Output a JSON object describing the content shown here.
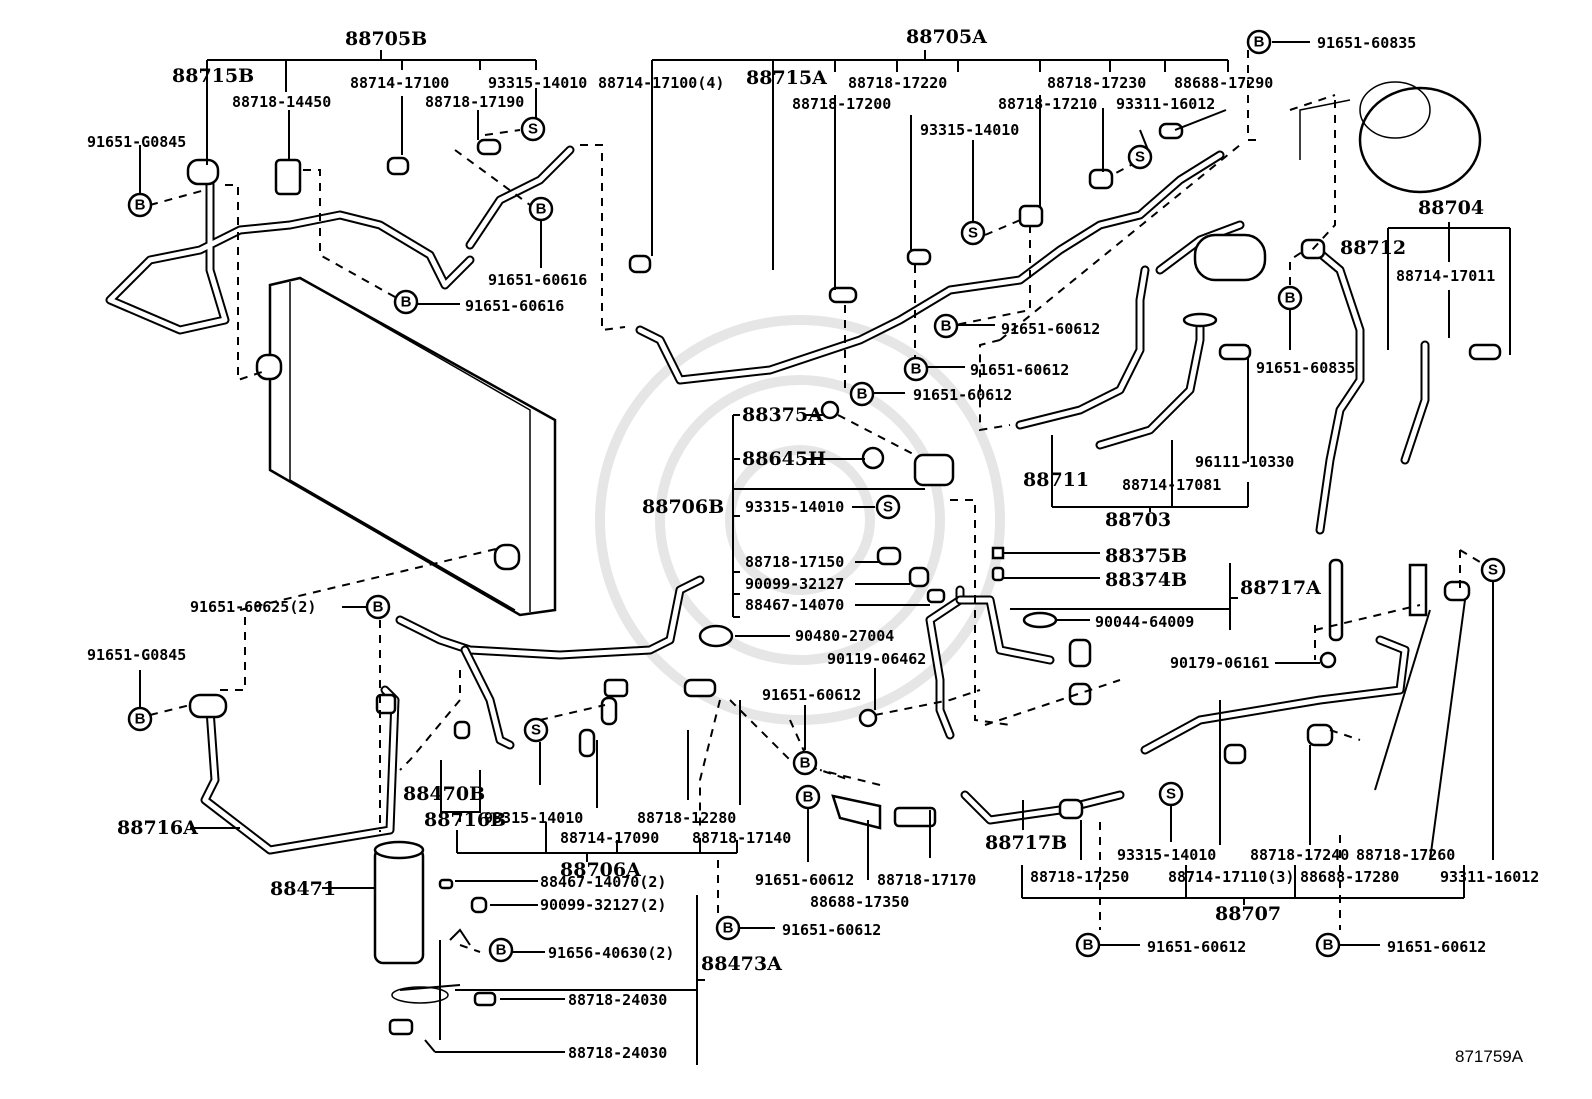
{
  "diagram": {
    "title_code": "871759A",
    "group_labels": {
      "g88705B": "88705B",
      "g88705A": "88705A",
      "g88704": "88704",
      "g88703": "88703",
      "g88706B": "88706B",
      "g88717A": "88717A",
      "g88706A": "88706A",
      "g88707": "88707",
      "g88473A": "88473A",
      "g88716B": "88716B",
      "g88717B": "88717B"
    },
    "labels": [
      {
        "id": "p88715B",
        "text": "88715B",
        "kind": "grp"
      },
      {
        "id": "p88718_14450",
        "text": "88718-14450",
        "kind": "lbl"
      },
      {
        "id": "p88714_17100",
        "text": "88714-17100",
        "kind": "lbl"
      },
      {
        "id": "p93315_14010_a",
        "text": "93315-14010",
        "kind": "lbl"
      },
      {
        "id": "p88718_17190",
        "text": "88718-17190",
        "kind": "lbl"
      },
      {
        "id": "p91651_G0845_a",
        "text": "91651-G0845",
        "kind": "lbl"
      },
      {
        "id": "p91651_60616_a",
        "text": "91651-60616",
        "kind": "lbl"
      },
      {
        "id": "p91651_60616_b",
        "text": "91651-60616",
        "kind": "lbl"
      },
      {
        "id": "p88714_17100_4",
        "text": "88714-17100(4)",
        "kind": "lbl"
      },
      {
        "id": "p88715A",
        "text": "88715A",
        "kind": "grp"
      },
      {
        "id": "p88718_17220",
        "text": "88718-17220",
        "kind": "lbl"
      },
      {
        "id": "p88718_17200",
        "text": "88718-17200",
        "kind": "lbl"
      },
      {
        "id": "p93315_14010_b",
        "text": "93315-14010",
        "kind": "lbl"
      },
      {
        "id": "p88718_17230",
        "text": "88718-17230",
        "kind": "lbl"
      },
      {
        "id": "p88688_17290",
        "text": "88688-17290",
        "kind": "lbl"
      },
      {
        "id": "p88718_17210",
        "text": "88718-17210",
        "kind": "lbl"
      },
      {
        "id": "p93311_16012_a",
        "text": "93311-16012",
        "kind": "lbl"
      },
      {
        "id": "p91651_60835_a",
        "text": "91651-60835",
        "kind": "lbl"
      },
      {
        "id": "p88712",
        "text": "88712",
        "kind": "grp"
      },
      {
        "id": "p88714_17011",
        "text": "88714-17011",
        "kind": "lbl"
      },
      {
        "id": "p91651_60835_b",
        "text": "91651-60835",
        "kind": "lbl"
      },
      {
        "id": "p91651_60612_a",
        "text": "91651-60612",
        "kind": "lbl"
      },
      {
        "id": "p91651_60612_b",
        "text": "91651-60612",
        "kind": "lbl"
      },
      {
        "id": "p91651_60612_c",
        "text": "91651-60612",
        "kind": "lbl"
      },
      {
        "id": "p88711",
        "text": "88711",
        "kind": "grp"
      },
      {
        "id": "p88714_17081",
        "text": "88714-17081",
        "kind": "lbl"
      },
      {
        "id": "p96111_10330",
        "text": "96111-10330",
        "kind": "lbl"
      },
      {
        "id": "p88375A",
        "text": "88375A",
        "kind": "grp"
      },
      {
        "id": "p88645H",
        "text": "88645H",
        "kind": "grp"
      },
      {
        "id": "p93315_14010_c",
        "text": "93315-14010",
        "kind": "lbl"
      },
      {
        "id": "p88718_17150",
        "text": "88718-17150",
        "kind": "lbl"
      },
      {
        "id": "p90099_32127",
        "text": "90099-32127",
        "kind": "lbl"
      },
      {
        "id": "p88467_14070",
        "text": "88467-14070",
        "kind": "lbl"
      },
      {
        "id": "p90480_27004",
        "text": "90480-27004",
        "kind": "lbl"
      },
      {
        "id": "p88375B",
        "text": "88375B",
        "kind": "grp"
      },
      {
        "id": "p88374B",
        "text": "88374B",
        "kind": "grp"
      },
      {
        "id": "p90044_64009",
        "text": "90044-64009",
        "kind": "lbl"
      },
      {
        "id": "p90119_06462",
        "text": "90119-06462",
        "kind": "lbl"
      },
      {
        "id": "p91651_60612_d",
        "text": "91651-60612",
        "kind": "lbl"
      },
      {
        "id": "p90179_06161",
        "text": "90179-06161",
        "kind": "lbl"
      },
      {
        "id": "p91651_60625_2",
        "text": "91651-60625(2)",
        "kind": "lbl"
      },
      {
        "id": "p91651_G0845_b",
        "text": "91651-G0845",
        "kind": "lbl"
      },
      {
        "id": "p88470B",
        "text": "88470B",
        "kind": "grp"
      },
      {
        "id": "p88716A",
        "text": "88716A",
        "kind": "grp"
      },
      {
        "id": "p93315_14010_d",
        "text": "93315-14010",
        "kind": "lbl"
      },
      {
        "id": "p88718_12280",
        "text": "88718-12280",
        "kind": "lbl"
      },
      {
        "id": "p88714_17090",
        "text": "88714-17090",
        "kind": "lbl"
      },
      {
        "id": "p88718_17140",
        "text": "88718-17140",
        "kind": "lbl"
      },
      {
        "id": "p91651_60612_e",
        "text": "91651-60612",
        "kind": "lbl"
      },
      {
        "id": "p88718_17170",
        "text": "88718-17170",
        "kind": "lbl"
      },
      {
        "id": "p88688_17350",
        "text": "88688-17350",
        "kind": "lbl"
      },
      {
        "id": "p93315_14010_e",
        "text": "93315-14010",
        "kind": "lbl"
      },
      {
        "id": "p88718_17240",
        "text": "88718-17240",
        "kind": "lbl"
      },
      {
        "id": "p88718_17260",
        "text": "88718-17260",
        "kind": "lbl"
      },
      {
        "id": "p88718_17250",
        "text": "88718-17250",
        "kind": "lbl"
      },
      {
        "id": "p88714_17110_3",
        "text": "88714-17110(3)",
        "kind": "lbl"
      },
      {
        "id": "p88688_17280",
        "text": "88688-17280",
        "kind": "lbl"
      },
      {
        "id": "p93311_16012_b",
        "text": "93311-16012",
        "kind": "lbl"
      },
      {
        "id": "p91651_60612_f",
        "text": "91651-60612",
        "kind": "lbl"
      },
      {
        "id": "p91651_60612_g",
        "text": "91651-60612",
        "kind": "lbl"
      },
      {
        "id": "p88471",
        "text": "88471",
        "kind": "grp"
      },
      {
        "id": "p88467_14070_2",
        "text": "88467-14070(2)",
        "kind": "lbl"
      },
      {
        "id": "p90099_32127_2",
        "text": "90099-32127(2)",
        "kind": "lbl"
      },
      {
        "id": "p91656_40630_2",
        "text": "91656-40630(2)",
        "kind": "lbl"
      },
      {
        "id": "p88718_24030_a",
        "text": "88718-24030",
        "kind": "lbl"
      },
      {
        "id": "p88718_24030_b",
        "text": "88718-24030",
        "kind": "lbl"
      },
      {
        "id": "p91651_60612_h",
        "text": "91651-60612",
        "kind": "lbl"
      }
    ],
    "symbols": {
      "bolt_letter": "B",
      "screw_letter": "S"
    }
  }
}
